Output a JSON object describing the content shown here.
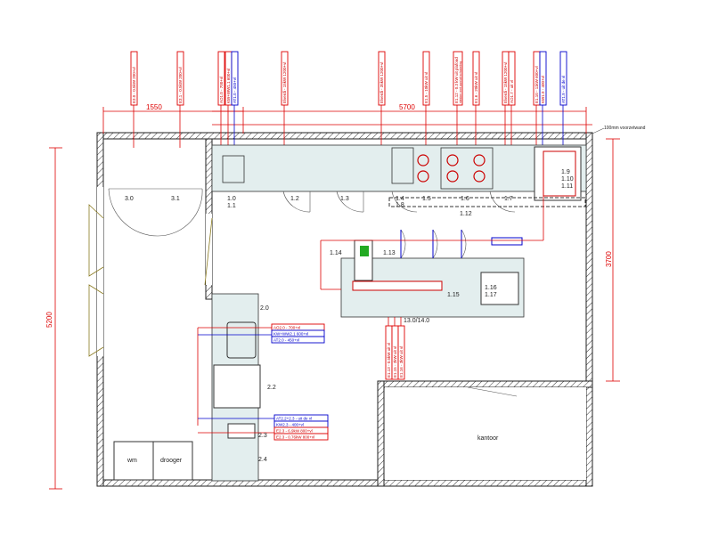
{
  "dimensions": {
    "d1": "1550",
    "d2": "5700",
    "d3": "5200",
    "d4": "3700",
    "note": "100mm voorzetwand"
  },
  "top_tags": [
    {
      "text": "E3.0 - 0.5kW 200+vl",
      "color": "red"
    },
    {
      "text": "E3.1 - 0.5kW 200+vl",
      "color": "red"
    },
    {
      "text": "AO1.0 - 700+vl",
      "color": "red"
    },
    {
      "text": "KW+WW1.1 600+vl",
      "color": "red"
    },
    {
      "text": "AT1.0 - 450+vl",
      "color": "blue"
    },
    {
      "text": "Elverdi - 15kW 1200+vl",
      "color": "red"
    },
    {
      "text": "Elverdi - 35kW 1200+vl",
      "color": "red"
    },
    {
      "text": "E1.5 - 10kW uit vl",
      "color": "red"
    },
    {
      "text": "E1.12 - 0.3 kW uit plafond",
      "color": "red"
    },
    {
      "text": "E1.6 - 20kW uit vl",
      "color": "red"
    },
    {
      "text": "Elverdi - 15kW 1200+vl",
      "color": "red"
    },
    {
      "text": "AO1.7 - uit vl",
      "color": "red"
    },
    {
      "text": "E1.10 - 11kW 600+vl",
      "color": "red"
    },
    {
      "text": "KW1.9 - 400+vl",
      "color": "red"
    },
    {
      "text": "AT1.9 - uit de vl",
      "color": "blue"
    }
  ],
  "top_tag_sub": "stekker met aan/uit schakeling",
  "side_tags": [
    "AO2.0 - 700+vl",
    "KW+WW2.1 600+vl",
    "AT2.0 - 450+vl"
  ],
  "bottom_tags": [
    "AT2.2+2.3 - uit de vl",
    "KW2.3 - 400+vl",
    "E2.3 - 6.9kW 800+vl",
    "E2.3 - 0.76kW 800+vl"
  ],
  "island_tags": [
    "E1.13 - 0.5kW uit vl",
    "E1.15 - 2kW uit vl",
    "E1.16 - 3kW uit vl"
  ],
  "items": {
    "i10": "1.0",
    "i11": "1.1",
    "i12": "1.2",
    "i13": "1.3",
    "i14": "1.4",
    "i18": "1.8",
    "i15": "1.5",
    "i16": "1.6",
    "i17": "1.7",
    "i19": "1.9",
    "i110": "1.10",
    "i111": "1.11",
    "i112": "1.12",
    "i113": "1.13",
    "i114": "1.14",
    "i115": "1.15",
    "i116": "1.16",
    "i117": "1.17",
    "i20": "2.0",
    "i22": "2.2",
    "i23": "2.3",
    "i24": "2.4",
    "i30": "3.0",
    "i31": "3.1",
    "i1314": "13.0/14.0"
  },
  "rooms": {
    "wm": "wm",
    "drooger": "drooger",
    "kantoor": "kantoor"
  }
}
